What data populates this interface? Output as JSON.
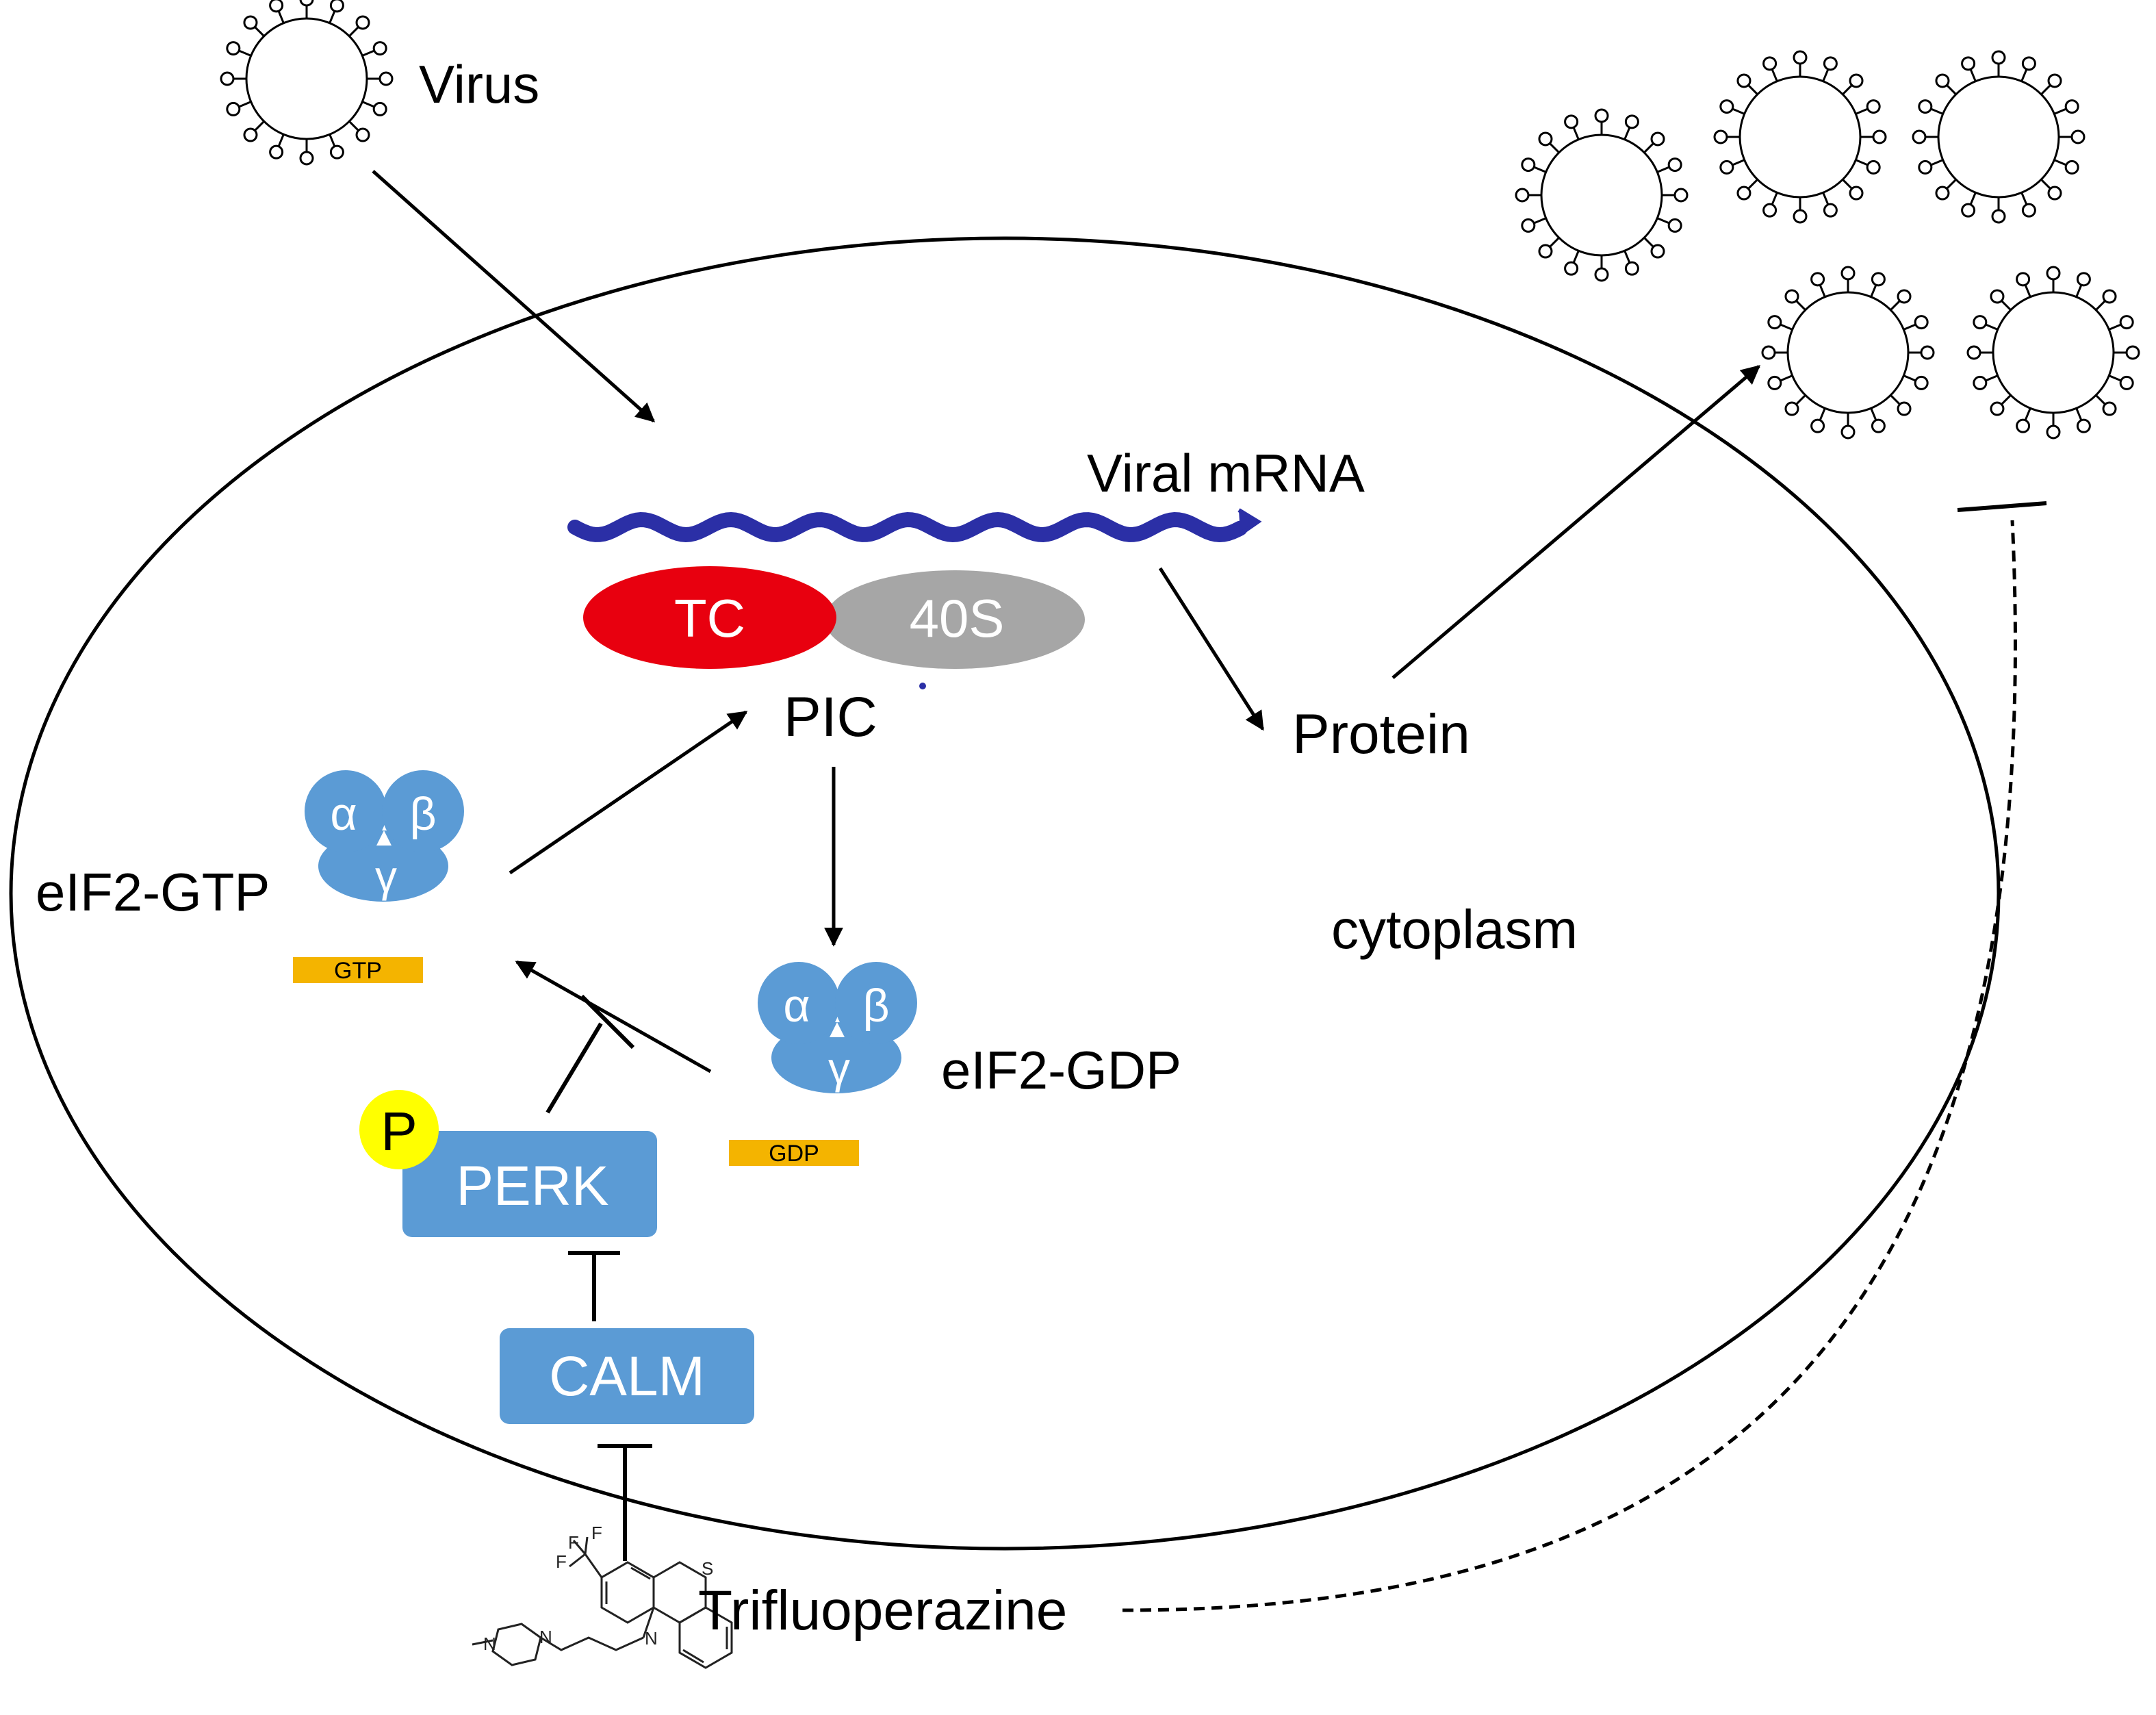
{
  "labels": {
    "virus": "Virus",
    "viral_mrna": "Viral mRNA",
    "tc": "TC",
    "ribosome_40s": "40S",
    "pic": "PIC",
    "protein": "Protein",
    "eif2_gtp": "eIF2-GTP",
    "eif2_gdp": "eIF2-GDP",
    "cytoplasm": "cytoplasm",
    "perk": "PERK",
    "phospho": "P",
    "calm": "CALM",
    "drug": "Trifluoperazine"
  },
  "subunits": {
    "alpha": "α",
    "beta": "β",
    "gamma": "γ",
    "gtp_tag": "GTP",
    "gdp_tag": "GDP"
  },
  "molecule_atoms": {
    "fluorine": "F",
    "sulfur": "S",
    "nitrogen": "N"
  },
  "colors": {
    "protein_blue": "#5b9bd5",
    "tc_red": "#e8000f",
    "ribosome_gray": "#a6a6a6",
    "tag_orange": "#f4b400",
    "phospho_yellow": "#ffff00",
    "mrna_blue": "#2b2fa6",
    "line": "#000000"
  }
}
